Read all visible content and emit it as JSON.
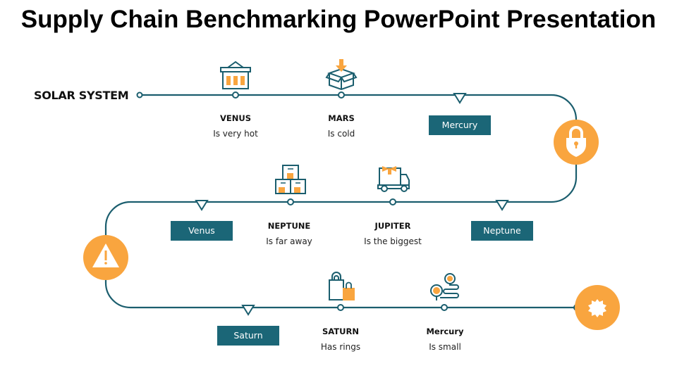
{
  "title": "Supply Chain Benchmarking PowerPoint Presentation",
  "start_label": "SOLAR SYSTEM",
  "colors": {
    "line": "#1b5e6e",
    "accent": "#f9a53f",
    "tag_bg": "#1b6677"
  },
  "milestones": [
    {
      "heading": "VENUS",
      "text": "Is very hot",
      "icon": "shopping-basket-icon"
    },
    {
      "heading": "MARS",
      "text": "Is cold",
      "icon": "package-box-icon"
    },
    {
      "heading": "NEPTUNE",
      "text": "Is far away",
      "icon": "stacked-boxes-icon"
    },
    {
      "heading": "JUPITER",
      "text": "Is the biggest",
      "icon": "delivery-truck-icon"
    },
    {
      "heading": "SATURN",
      "text": "Has rings",
      "icon": "shopping-bag-icon"
    },
    {
      "heading": "Mercury",
      "text": "Is small",
      "icon": "location-route-icon"
    }
  ],
  "tags": [
    "Mercury",
    "Venus",
    "Neptune",
    "Saturn"
  ],
  "badges": [
    "lock-icon",
    "warning-icon",
    "gear-icon"
  ]
}
